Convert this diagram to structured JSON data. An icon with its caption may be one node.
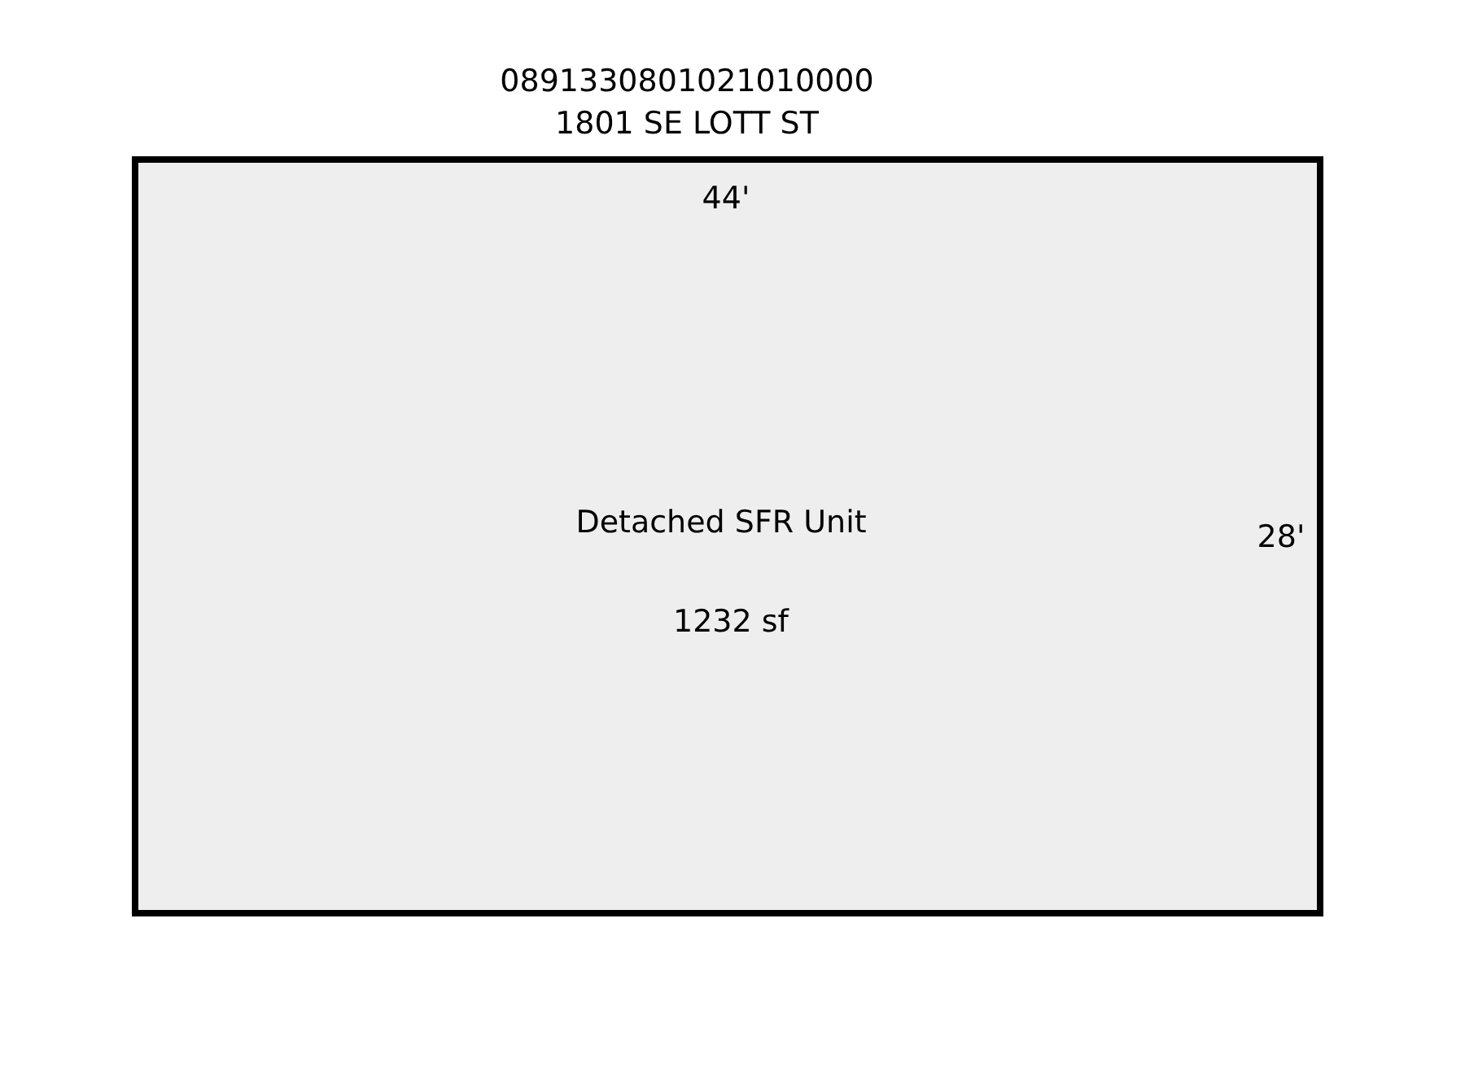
{
  "diagram": {
    "title": "0891330801021010000",
    "nodes": [
      {
        "text": [
          "Detached SFR Unit",
          "1232 sf"
        ]
      }
    ],
    "edges": [],
    "labels": [
      "1801 SE LOTT ST",
      "44'",
      "28'"
    ]
  }
}
